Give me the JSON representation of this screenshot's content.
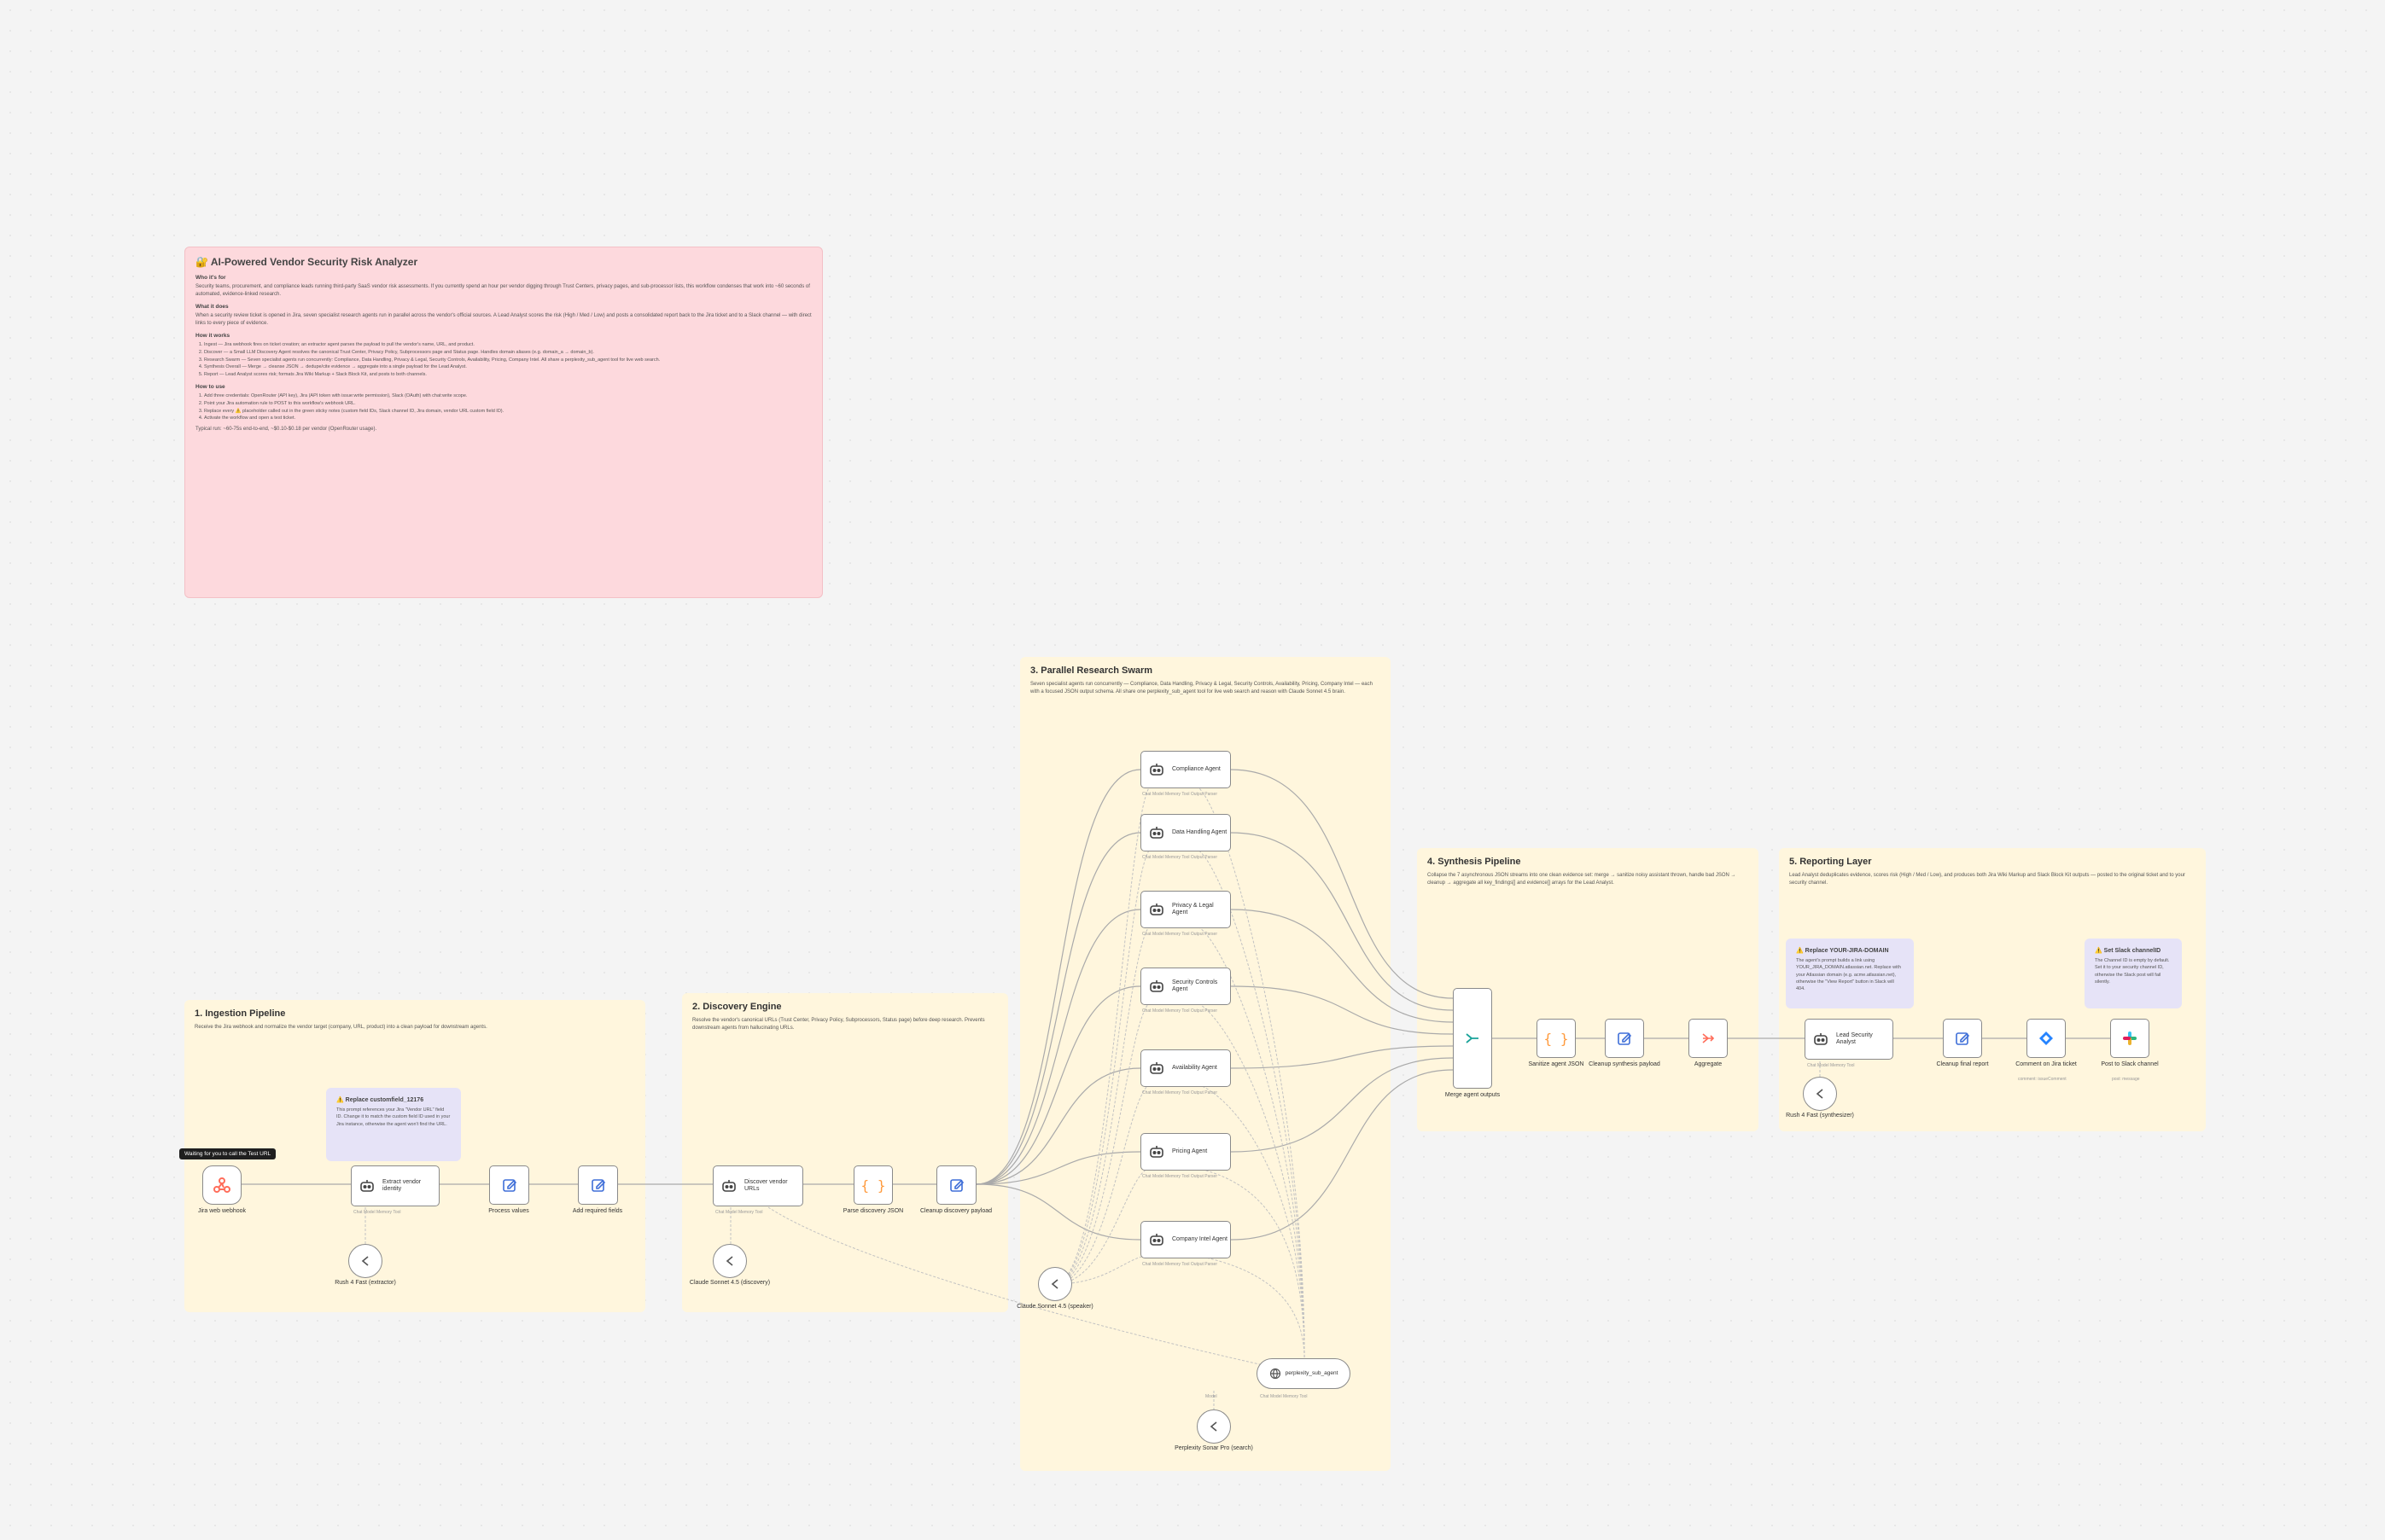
{
  "info_note": {
    "title": "🔐 AI-Powered Vendor Security Risk Analyzer",
    "who_heading": "Who it's for",
    "who_text": "Security teams, procurement, and compliance leads running third-party SaaS vendor risk assessments. If you currently spend an hour per vendor digging through Trust Centers, privacy pages, and sub-processor lists, this workflow condenses that work into ~60 seconds of automated, evidence-linked research.",
    "what_heading": "What it does",
    "what_text": "When a security review ticket is opened in Jira, seven specialist research agents run in parallel across the vendor's official sources. A Lead Analyst scores the risk (High / Med / Low) and posts a consolidated report back to the Jira ticket and to a Slack channel — with direct links to every piece of evidence.",
    "how_heading": "How it works",
    "how_steps": [
      "Ingest — Jira webhook fires on ticket creation; an extractor agent parses the payload to pull the vendor's name, URL, and product.",
      "Discover — a Small LLM Discovery Agent resolves the canonical Trust Center, Privacy Policy, Subprocessors page and Status page. Handles domain aliases (e.g. domain_a → domain_b).",
      "Research Swarm — Seven specialist agents run concurrently: Compliance, Data Handling, Privacy & Legal, Security Controls, Availability, Pricing, Company Intel. All share a perplexity_sub_agent tool for live web search.",
      "Synthesis Overall — Merge → cleanse JSON → dedupe/cite evidence → aggregate into a single payload for the Lead Analyst.",
      "Report — Lead Analyst scores risk; formats Jira Wiki Markup + Slack Block Kit, and posts to both channels."
    ],
    "use_heading": "How to use",
    "use_steps": [
      "Add three credentials: OpenRouter (API key), Jira (API token with issue:write permission), Slack (OAuth) with chat:write scope.",
      "Point your Jira automation rule to POST to this workflow's webhook URL.",
      "Replace every ⚠️ placeholder called out in the green sticky notes (custom field IDs, Slack channel ID, Jira domain, vendor URL custom field ID).",
      "Activate the workflow and open a test ticket."
    ],
    "cost_text": "Typical run: ~60-75s end-to-end, ~$0.10-$0.18 per vendor (OpenRouter usage)."
  },
  "sections": {
    "ingestion": {
      "title": "1. Ingestion Pipeline",
      "desc": "Receive the Jira webhook and normalize the vendor target (company, URL, product) into a clean payload for downstream agents."
    },
    "discovery": {
      "title": "2. Discovery Engine",
      "desc": "Resolve the vendor's canonical URLs (Trust Center, Privacy Policy, Subprocessors, Status page) before deep research. Prevents downstream agents from hallucinating URLs."
    },
    "research": {
      "title": "3. Parallel Research Swarm",
      "desc": "Seven specialist agents run concurrently — Compliance, Data Handling, Privacy & Legal, Security Controls, Availability, Pricing, Company Intel — each with a focused JSON output schema. All share one perplexity_sub_agent tool for live web search and reason with Claude Sonnet 4.5 brain."
    },
    "synthesis": {
      "title": "4. Synthesis Pipeline",
      "desc": "Collapse the 7 asynchronous JSON streams into one clean evidence set: merge → sanitize noisy assistant thrown, handle bad JSON → cleanup → aggregate all key_findings[] and evidence[] arrays for the Lead Analyst."
    },
    "reporting": {
      "title": "5. Reporting Layer",
      "desc": "Lead Analyst deduplicates evidence, scores risk (High / Med / Low), and produces both Jira Wiki Markup and Slack Block Kit outputs — posted to the original ticket and to your security channel."
    }
  },
  "callouts": {
    "customfield": {
      "title": "⚠️ Replace customfield_12176",
      "text": "This prompt references your Jira \"Vendor URL\" field ID. Change it to match the custom field ID used in your Jira instance, otherwise the agent won't find the URL."
    },
    "jira_domain": {
      "title": "⚠️ Replace YOUR-JIRA-DOMAIN",
      "text": "The agent's prompt builds a link using YOUR_JIRA_DOMAIN.atlassian.net. Replace with your Atlassian domain (e.g. acme.atlassian.net), otherwise the \"View Report\" button in Slack will 404."
    },
    "slack_channel": {
      "title": "⚠️ Set Slack channelID",
      "text": "The Channel ID is empty by default. Set it to your security channel ID, otherwise the Slack post will fail silently."
    }
  },
  "tooltip": "Waiting for you to call the Test URL",
  "nodes": {
    "jira_webhook": "Jira web webhook",
    "extract_vendor": "Extract vendor identity",
    "process_values": "Process values",
    "add_fields": "Add required fields",
    "haiku_ingest": "Rush 4 Fast (extractor)",
    "discover_urls": "Discover vendor URLs",
    "parse_discovery": "Parse discovery JSON",
    "cleanup_discovery": "Cleanup discovery payload",
    "sonnet_discovery": "Claude Sonnet 4.5 (discovery)",
    "agent_compliance": "Compliance Agent",
    "agent_data": "Data Handling Agent",
    "agent_privacy": "Privacy & Legal Agent",
    "agent_security": "Security Controls Agent",
    "agent_availability": "Availability Agent",
    "agent_pricing": "Pricing Agent",
    "agent_company": "Company Intel Agent",
    "sonnet_swarm": "Claude Sonnet 4.5 (speaker)",
    "perplexity_tool": "perplexity_sub_agent",
    "perplexity_model": "Perplexity Sonar Pro (search)",
    "merge_outputs": "Merge agent outputs",
    "sanitize_json": "Sanitize agent JSON",
    "cleanup_synthesis": "Cleanup synthesis payload",
    "aggregate": "Aggregate",
    "lead_analyst": "Lead Security Analyst",
    "haiku_report": "Rush 4 Fast (synthesizer)",
    "cleanup_final": "Cleanup final report",
    "jira_comment": "Comment on Jira ticket",
    "slack_post": "Post to Slack channel"
  },
  "sub_labels": {
    "agent_ports": "Chat Model   Memory   Tool   Output Parser",
    "model": "Model",
    "lead_ports": "Chat Model   Memory   Tool",
    "jira_sub": "comment: issueComment",
    "slack_sub": "post: message"
  },
  "colors": {
    "canvas": "#f4f4f4",
    "section_sticky": "#fff6dd",
    "info_sticky": "#fdd9dd",
    "callout_sticky": "#e6e3f7",
    "node_border": "#8a8a8a",
    "icon_purple": "#6c5ce7",
    "icon_orange": "#ff6d5a",
    "jira_blue": "#2684ff"
  }
}
